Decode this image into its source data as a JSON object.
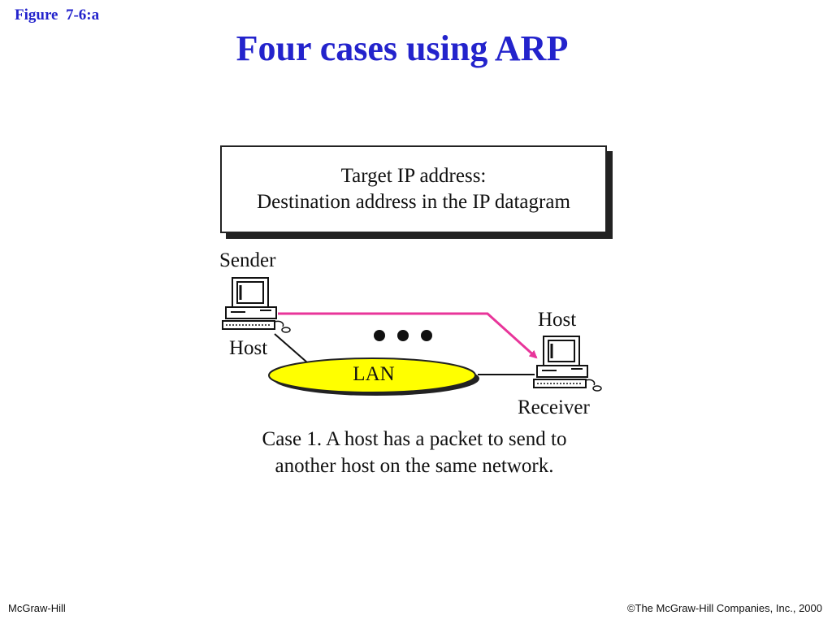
{
  "figure_label": "Figure  7-6:a",
  "title": "Four cases using ARP",
  "target_box": {
    "line1": "Target IP address:",
    "line2": "Destination address in the IP datagram"
  },
  "labels": {
    "sender": "Sender",
    "sender_host": "Host",
    "receiver_host": "Host",
    "receiver": "Receiver",
    "network": "LAN"
  },
  "caption": {
    "line1": "Case 1.  A host has a packet to send to",
    "line2": "another host on the same network."
  },
  "footer": {
    "publisher": "McGraw-Hill",
    "copyright": "©The McGraw-Hill Companies, Inc., 2000"
  },
  "colors": {
    "title": "#2323cc",
    "packet_path": "#e8359a",
    "lan_fill": "#ffff00"
  },
  "icons": [
    "computer-icon",
    "ellipsis-dots"
  ]
}
